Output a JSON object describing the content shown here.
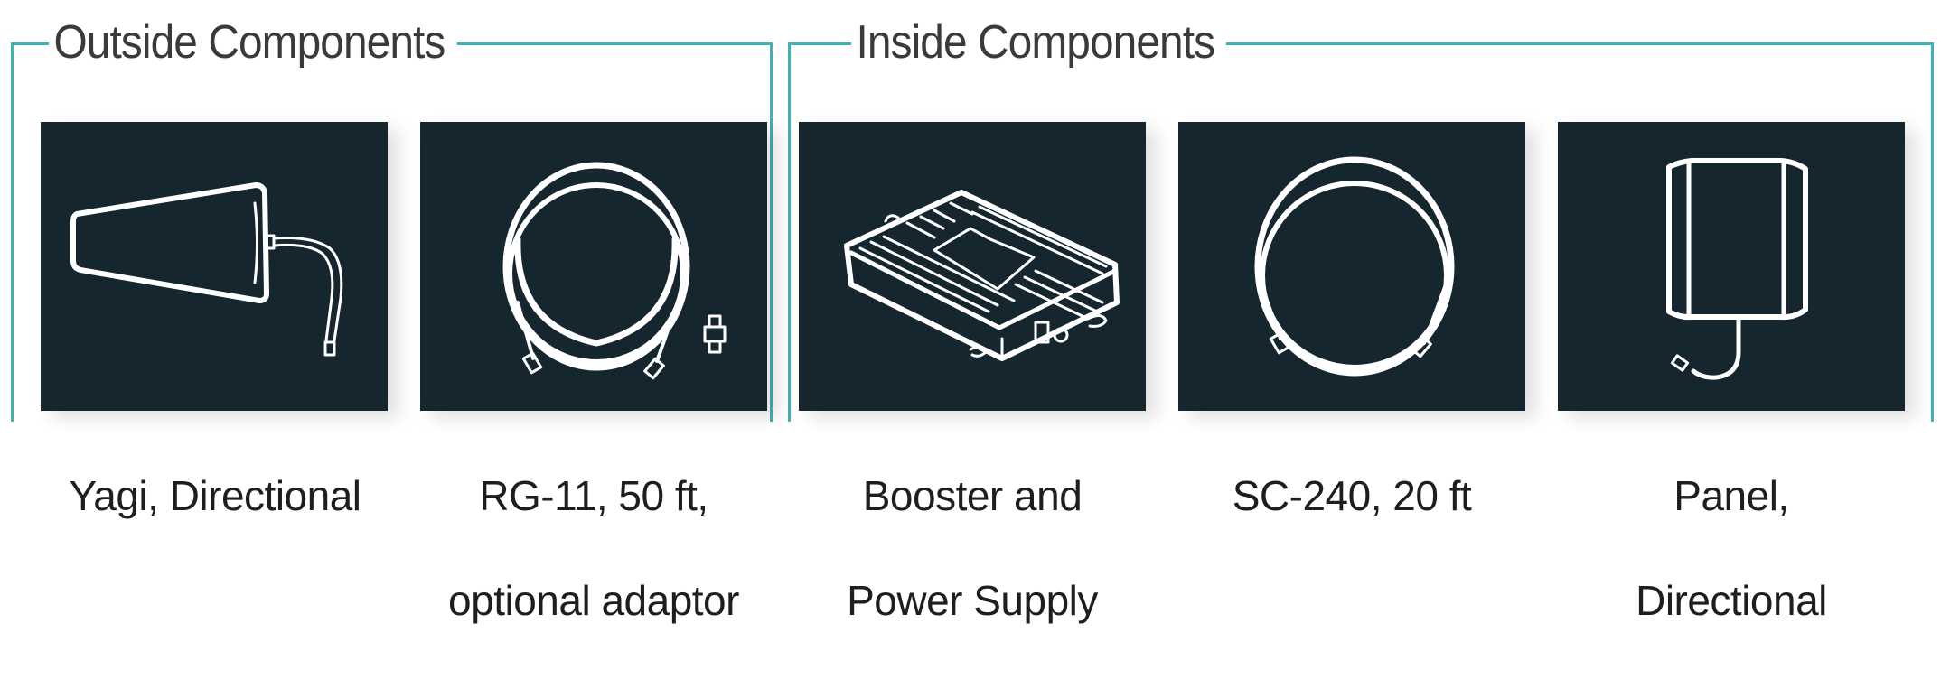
{
  "groups": [
    {
      "title": "Outside Components",
      "items": [
        {
          "icon": "yagi-antenna-icon",
          "label_lines": [
            "Yagi, Directional"
          ]
        },
        {
          "icon": "coiled-cable-with-adaptor-icon",
          "label_lines": [
            "RG-11, 50 ft,",
            "optional adaptor"
          ]
        }
      ]
    },
    {
      "title": "Inside Components",
      "items": [
        {
          "icon": "signal-booster-icon",
          "label_lines": [
            "Booster and",
            "Power Supply"
          ]
        },
        {
          "icon": "coiled-cable-icon",
          "label_lines": [
            "SC-240, 20 ft"
          ]
        },
        {
          "icon": "panel-antenna-icon",
          "label_lines": [
            "Panel,",
            "Directional"
          ]
        }
      ]
    }
  ],
  "colors": {
    "accent": "#3ab4b6",
    "card_background": "#15262f",
    "icon_stroke": "#ffffff",
    "text": "#1e1e1e"
  }
}
